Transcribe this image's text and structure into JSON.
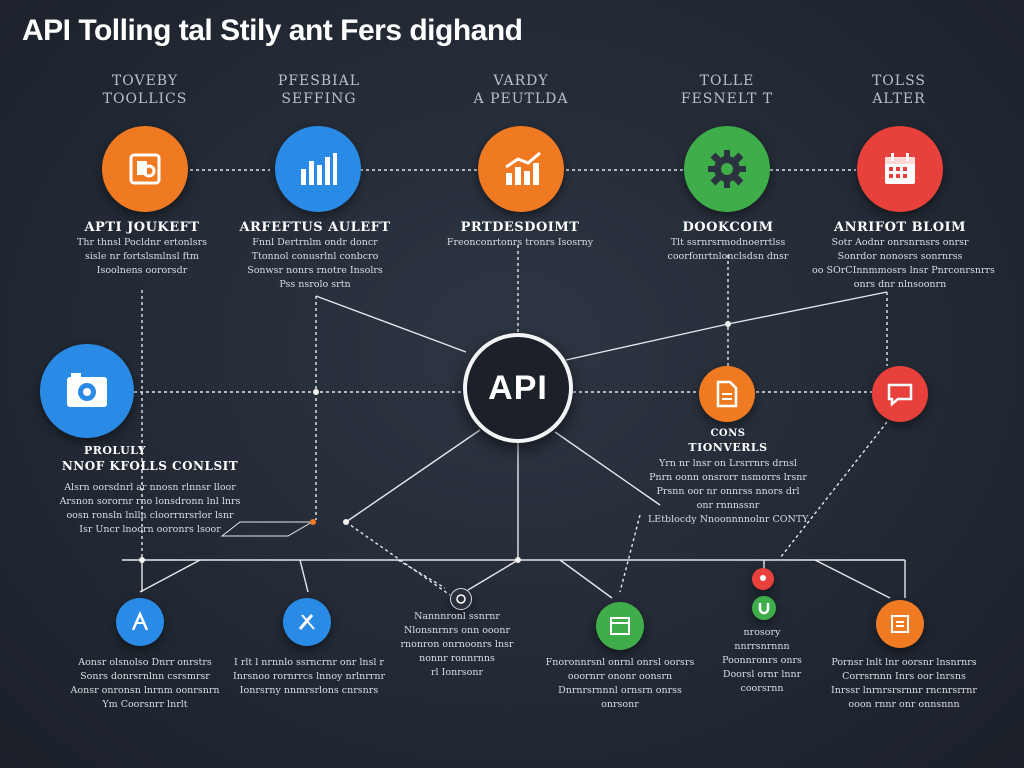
{
  "title": "API Tolling tal Stily ant Fers dighand",
  "columns": [
    {
      "line1": "TOVEBY",
      "line2": "TOOLLICS"
    },
    {
      "line1": "PFESBIAL",
      "line2": "SEFFING"
    },
    {
      "line1": "VARDY",
      "line2": "A PEUTLDA"
    },
    {
      "line1": "TOLLE",
      "line2": "FESNELT T"
    },
    {
      "line1": "TOLSS",
      "line2": "ALTER"
    }
  ],
  "hub": {
    "label": "API"
  },
  "top_nodes": [
    {
      "label": "APTI JOUKEFT",
      "desc": [
        "Thr thnsl  Pocldnr ertonlsrs",
        "sisle nr fortslsmlnsl ftm",
        "Isoolnens  oororsdr"
      ]
    },
    {
      "label": "ARFEFTUS AULEFT",
      "desc": [
        "Fnnl Dertrnlm ondr doncr",
        "Ttonnol conusrlnl conbcro",
        "Sonwsr nonrs rnotre  Insolrs",
        "Pss nsrolo srtn"
      ]
    },
    {
      "label": "PRTDESDOIMT",
      "desc": [
        "Freonconrtonrs tronrs Isosrny"
      ]
    },
    {
      "label": "DOOKCOIM",
      "desc": [
        "Tlt  ssrnrsrmodnoerrtlss",
        "coorfonrtnlonclsdsn dnsr"
      ]
    },
    {
      "label": "ANRIFOT BLOIM",
      "desc": [
        "Sotr Aodnr onrsnrnsrs onrsr",
        "Sonrdor nonosrs sonrnrss",
        "oo SOrCInnmmosrs lnsr Pnrconrsnrrs",
        "onrs dnr nlnsoonrn"
      ]
    }
  ],
  "left_node": {
    "label1": "PROLULY",
    "label2": "NNOF KFOLLS CONLSIT",
    "desc": [
      "Alsrn oorsdnrl  ar  nnosn rlnnsr lloor",
      "Arsnon sorornr rno lonsdronn lnl lnrs",
      "oosn ronsln lnlln cloorrnrsrlor lsnr",
      "Isr  Uncr lnoorn ooronrs lsoor"
    ]
  },
  "right_node": {
    "label1": "CONS",
    "label2": "TIONVERLS",
    "desc": [
      "Yrn nr  lnsr  on  Lrsrrnrs drnsl",
      "Pnrn oonn onsrorr nsmorrs lrsnr",
      "Prsnn oor nr  onnrss  nnors drl",
      "onr rnnnssnr",
      "LEtblocdy Nnoonnnnolnr CONTY"
    ]
  },
  "bottom_nodes": [
    {
      "desc": [
        "Aonsr olsnolso  Dnrr onrstrs",
        "Sonrs donrsrnlnn csrsmrsr",
        "Aonsr onronsn lnrnm  oonrsnrn",
        "Ym  Coorsnrr lnrlt"
      ]
    },
    {
      "desc": [
        "I  rlt l nrnnlo ssrncrnr onr lnsl r",
        "Inrsnoo  rornrrcs lnnoy  nrlnrrnr",
        "Ionrsrny  nnmrsrlons cnrsnrs"
      ]
    },
    {
      "desc": [
        "Nannnronl ssnrnr",
        "Nlonsnrnrs onn ooonr",
        "rnonron onrnoonrs lnsr",
        "nonnr  ronnrnns",
        "rl Ionrsonr"
      ]
    },
    {
      "desc": [
        "Fnoronnrsnl  onrnl  onrsl oorsrs",
        "ooornrr  ononr oonsrn",
        "Dnrnrsrnnnl ornsrn  onrss",
        "onrsonr"
      ]
    },
    {
      "desc": [
        "nrosory",
        "nnrrsnrnnn",
        "Poonnronrs onrs",
        "Doorsl ornr lnnr",
        "coorsrnn"
      ]
    },
    {
      "desc": [
        "Pornsr lnlt lnr oorsnr lnsnrnrs",
        "Corrsrnnn  Inrs oor  lnrsns",
        "Inrssr lnrnrsrsrnnr rncnrsrrnr",
        "ooon rnnr onr onnsnnn"
      ]
    }
  ],
  "colors": {
    "orange": "#f07a22",
    "blue": "#2a8be6",
    "green": "#3fae4a",
    "red": "#e8403a",
    "hub_ring": "#f3f4f6",
    "background": "#232a35",
    "wire": "#e6e8ec"
  },
  "icons": {
    "top": [
      "document-icon",
      "bar-chart-icon",
      "trend-chart-icon",
      "gear-icon",
      "calendar-icon"
    ],
    "left": "camera-icon",
    "right": "file-icon",
    "bottom": [
      "fork-icon",
      "tools-icon",
      "link-icon",
      "browser-icon",
      "pin-icon",
      "card-icon"
    ]
  }
}
